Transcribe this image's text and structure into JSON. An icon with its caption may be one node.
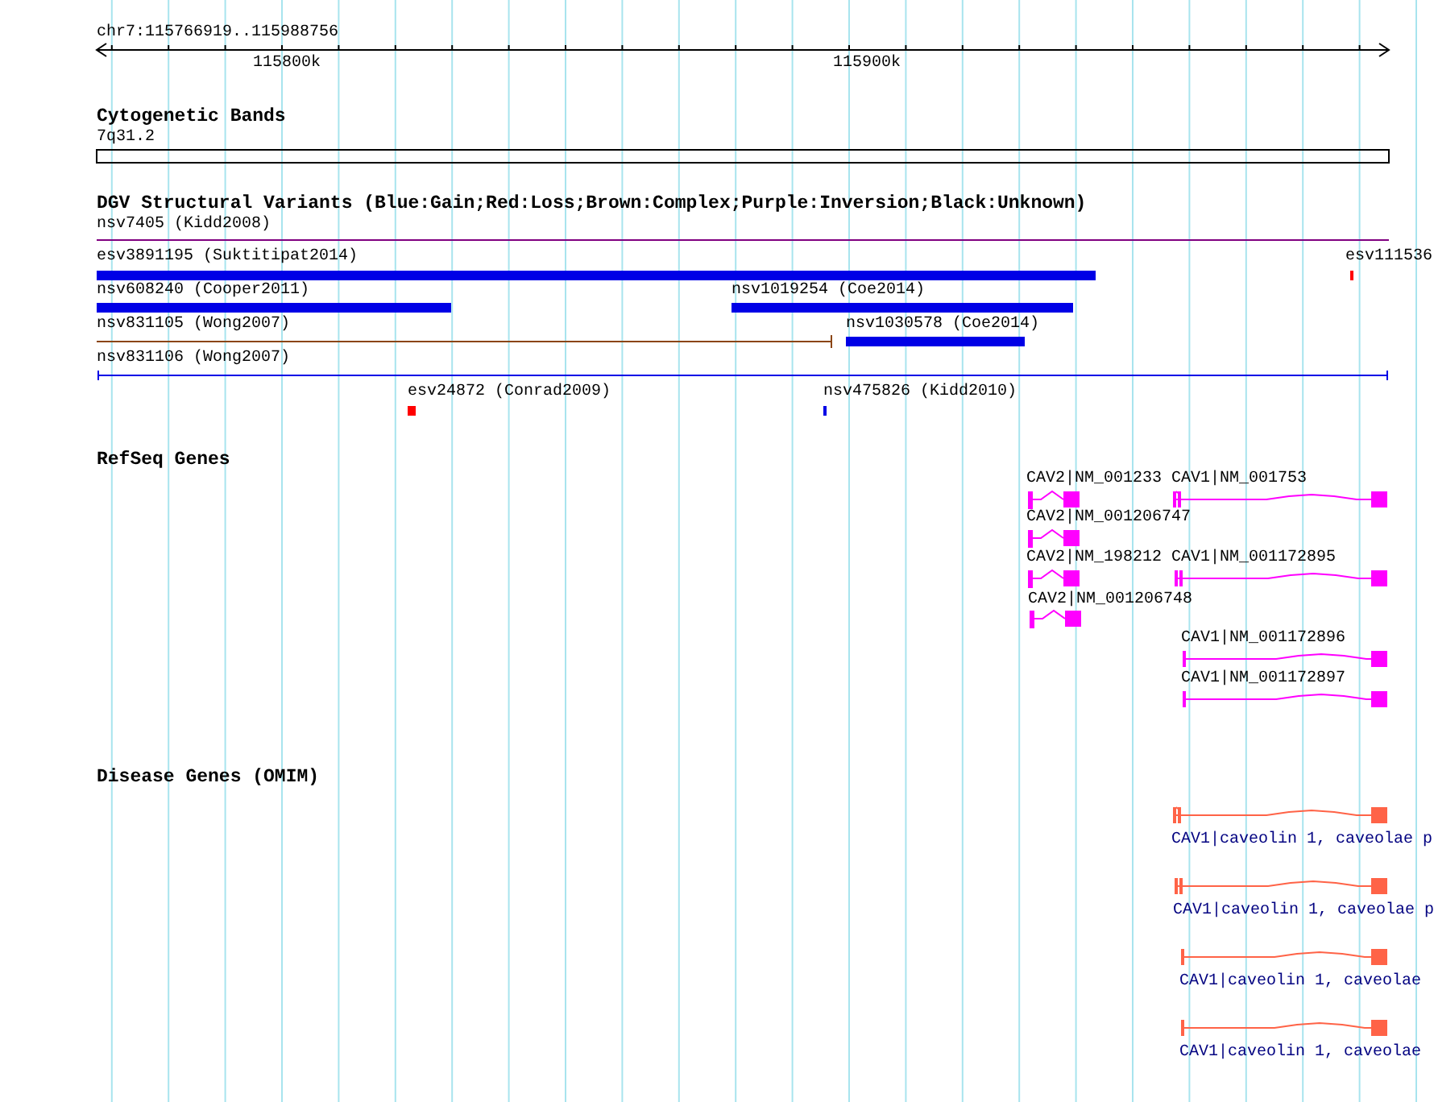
{
  "diagram": {
    "labels": [
      "chr7:115766919..115988756",
      "115800k",
      "115900k",
      "Cytogenetic Bands",
      "7q31.2",
      "DGV Structural Variants (Blue:Gain;Red:Loss;Brown:Complex;Purple:Inversion;Black:Unknown)",
      "nsv7405 (Kidd2008)",
      "esv3891195 (Suktitipat2014)",
      "esv111536",
      "nsv608240 (Cooper2011)",
      "nsv1019254 (Coe2014)",
      "nsv831105 (Wong2007)",
      "nsv1030578 (Coe2014)",
      "nsv831106 (Wong2007)",
      "esv24872 (Conrad2009)",
      "nsv475826 (Kidd2010)",
      "RefSeq Genes",
      "CAV2|NM_001233",
      "CAV1|NM_001753",
      "CAV2|NM_001206747",
      "CAV2|NM_198212",
      "CAV1|NM_001172895",
      "CAV2|NM_001206748",
      "CAV1|NM_001172896",
      "CAV1|NM_001172897",
      "Disease Genes (OMIM)",
      "CAV1|caveolin 1, caveolae p",
      "CAV1|caveolin 1, caveolae p",
      "CAV1|caveolin 1, caveolae",
      "CAV1|caveolin 1, caveolae"
    ]
  }
}
